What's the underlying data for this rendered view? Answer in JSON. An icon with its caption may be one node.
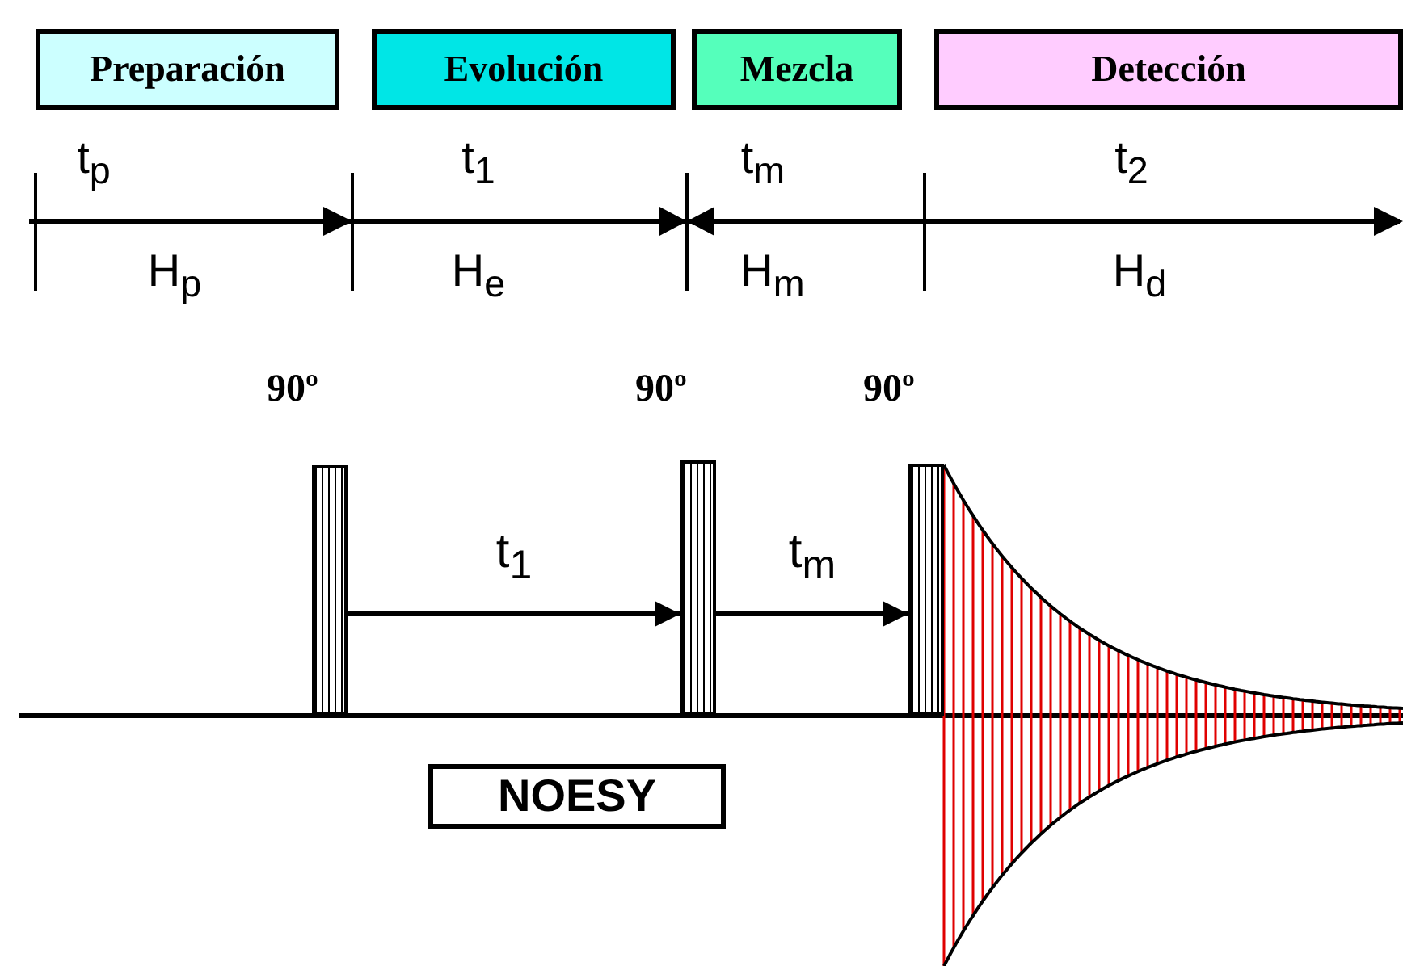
{
  "diagram": {
    "nodes": [
      {
        "text": [
          "Preparación"
        ]
      },
      {
        "text": [
          "Evolución"
        ]
      },
      {
        "text": [
          "Mezcla"
        ]
      },
      {
        "text": [
          "Detección"
        ]
      },
      {
        "text": [],
        "shape": "bar",
        "beside": [
          "90º"
        ]
      },
      {
        "text": [],
        "shape": "bar",
        "beside": [
          "90º"
        ]
      },
      {
        "text": [],
        "shape": "bar",
        "beside": [
          "90º"
        ]
      },
      {
        "text": [
          "NOESY"
        ]
      }
    ],
    "edges": [
      {
        "from": 4,
        "to": 5,
        "arrow": "to",
        "label": "t$_{1}$"
      },
      {
        "from": 5,
        "to": 6,
        "arrow": "to",
        "label": "t$_{m}$"
      }
    ],
    "labels": [
      "t$_{p}$",
      "t$_{1}$",
      "t$_{m}$",
      "t$_{2}$",
      "H$_{p}$",
      "H$_{e}$",
      "H$_{m}$",
      "H$_{d}$"
    ]
  }
}
